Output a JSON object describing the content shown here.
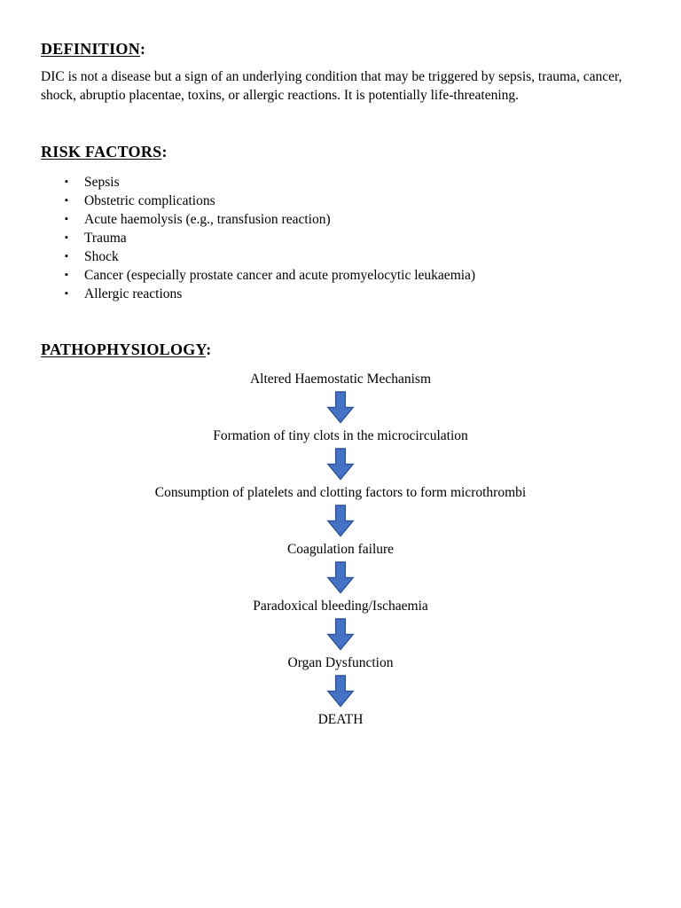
{
  "document": {
    "definition": {
      "heading": "DEFINITION",
      "colon": ":",
      "body": "DIC is not a disease but a sign of an underlying condition that may be triggered by sepsis, trauma, cancer, shock, abruptio placentae, toxins, or allergic reactions. It is potentially life-threatening."
    },
    "risk_factors": {
      "heading": "RISK FACTORS",
      "colon": ":",
      "bullet_glyph": "▪",
      "items": [
        "Sepsis",
        "Obstetric complications",
        "Acute haemolysis (e.g., transfusion reaction)",
        "Trauma",
        "Shock",
        "Cancer (especially prostate cancer and acute promyelocytic leukaemia)",
        "Allergic reactions"
      ]
    },
    "pathophysiology": {
      "heading": "PATHOPHYSIOLOGY",
      "colon": ":",
      "steps": [
        "Altered Haemostatic Mechanism",
        "Formation of tiny clots in the microcirculation",
        "Consumption of platelets and clotting factors to form microthrombi",
        "Coagulation failure",
        "Paradoxical bleeding/Ischaemia",
        "Organ Dysfunction",
        "DEATH"
      ]
    }
  },
  "colors": {
    "arrow_fill": "#4472C4",
    "arrow_border": "#2F5597",
    "text": "#000000",
    "page_bg": "#FFFFFF"
  }
}
